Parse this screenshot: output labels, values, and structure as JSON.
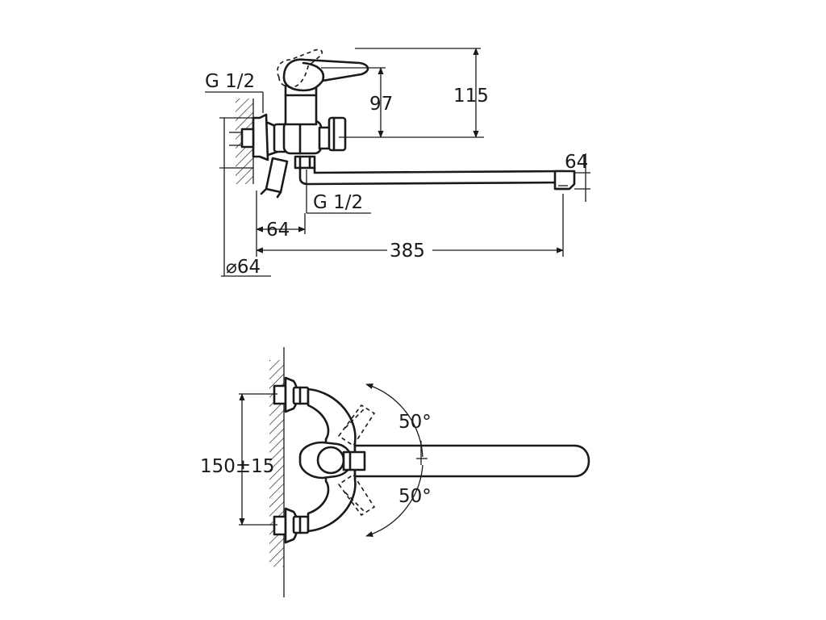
{
  "side_view": {
    "dim_inlet_thread": "G 1/2",
    "dim_height_to_lever": "97",
    "dim_total_height": "115",
    "dim_spout_height": "64",
    "dim_outlet_thread": "G 1/2",
    "dim_offset": "64",
    "dim_spout_length": "385",
    "dim_flange_diameter": "⌀64"
  },
  "top_view": {
    "dim_center_distance": "150±15",
    "dim_swivel_up": "50°",
    "dim_swivel_down": "50°"
  }
}
